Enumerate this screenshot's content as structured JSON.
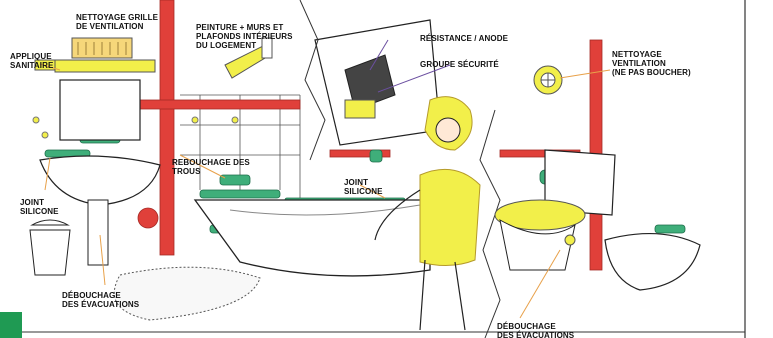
{
  "illustration": {
    "labels": {
      "nettoyage_grille": "NETTOYAGE GRILLE\nDE VENTILATION",
      "peinture": "PEINTURE + MURS ET\nPLAFONDS INTÉRIEURS\nDU LOGEMENT",
      "resistance_anode": "RÉSISTANCE / ANODE",
      "groupe_securite": "GROUPE SÉCURITÉ",
      "nettoyage_ventilation": "NETTOYAGE\nVENTILATION\n(NE PAS BOUCHER)",
      "applique_sanitaire": "APPLIQUE\nSANITAIRE",
      "rebouchage_trous": "REBOUCHAGE DES\nTROUS",
      "joint_silicone_bath": "JOINT\nSILICONE",
      "joint_silicone_sink": "JOINT\nSILICONE",
      "debouchage_left": "DÉBOUCHAGE\nDES ÉVACUATIONS",
      "debouchage_right": "DÉBOUCHAGE\nDES ÉVACUATIONS"
    },
    "colors": {
      "pipe_red": "#e0403a",
      "fixture_green": "#3fae7a",
      "highlight_yellow": "#f2ef4a",
      "leader_purple": "#6b4fa0",
      "leader_orange": "#e8a14a",
      "tab_green": "#1f9a53"
    }
  }
}
